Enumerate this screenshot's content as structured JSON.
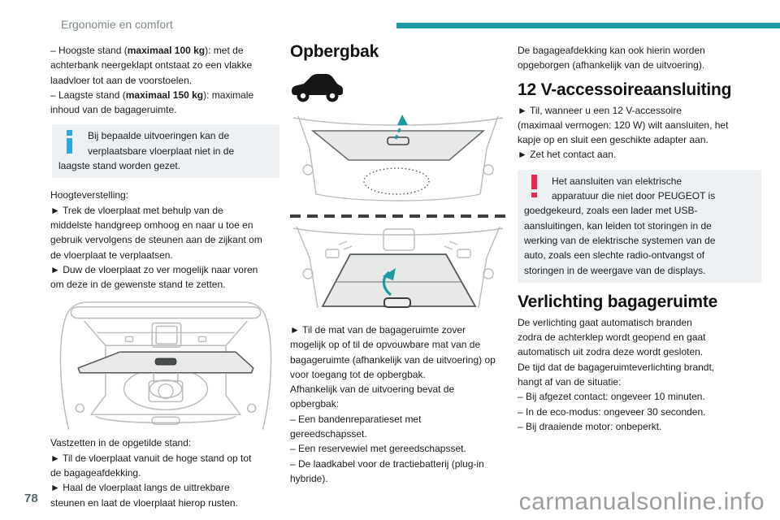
{
  "page": {
    "header": "Ergonomie en comfort",
    "page_number": "78",
    "watermark": "carmanualsonline.info",
    "colors": {
      "accent_teal": "#1d9aa1",
      "info_blue": "#2ea7de",
      "warning_red": "#e8294d"
    }
  },
  "col1": {
    "item1": {
      "pre": "–  Hoogste stand (",
      "bold": "maximaal 100 kg",
      "post": "): met de\nachterbank neergeklapt ontstaat zo een vlakke\nlaadvloer tot aan de voorstoelen."
    },
    "item2": {
      "pre": "–  Laagste stand (",
      "bold": "maximaal 150 kg",
      "post": "): maximale\ninhoud van de bagageruimte."
    },
    "info_box": "Bij bepaalde uitvoeringen kan de\nverplaatsbare vloerplaat niet in de\nlaagste stand worden gezet.",
    "height_title": "Hoogteverstelling:",
    "height_step1": "►  Trek de vloerplaat met behulp van de\nmiddelste handgreep omhoog en naar u toe en\ngebruik vervolgens de steunen aan de zijkant om\nde vloerplaat te verplaatsen.",
    "height_step2": "►  Duw de vloerplaat zo ver mogelijk naar voren\nom deze in de gewenste stand te zetten.",
    "lock_title": "Vastzetten in de opgetilde stand:",
    "lock_step1": "►  Til de vloerplaat vanuit de hoge stand op tot\nde bagageafdekking.",
    "lock_step2": "►  Haal de vloerplaat langs de uittrekbare\nsteunen en laat de vloerplaat hierop rusten."
  },
  "col2": {
    "heading": "Opbergbak",
    "step1": "►  Til de mat van de bagageruimte zover\nmogelijk op of til de opvouwbare mat van de\nbagageruimte (afhankelijk van de uitvoering) op\nvoor toegang tot de opbergbak.",
    "intro": "Afhankelijk van de uitvoering bevat de\nopbergbak:",
    "list1": "–  Een bandenreparatieset met\ngereedschapsset.",
    "list2": "–  Een reservewiel met gereedschapsset.",
    "list3": "–  De laadkabel voor de tractiebatterij (plug-in\nhybride)."
  },
  "col3": {
    "intro": "De bagageafdekking kan ook hierin worden\nopgeborgen (afhankelijk van de uitvoering).",
    "heading1": "12 V-accessoireaansluiting",
    "step1": "►  Til, wanneer u een 12 V-accessoire\n(maximaal vermogen: 120 W) wilt aansluiten, het\nkapje op en sluit een geschikte adapter aan.",
    "step2": "►  Zet het contact aan.",
    "warning_box": "Het aansluiten van elektrische\napparatuur die niet door PEUGEOT is\ngoedgekeurd, zoals een lader met USB-\naansluitingen, kan leiden tot storingen in de\nwerking van de elektrische systemen van de\nauto, zoals een slechte radio-ontvangst of\nstoringen in de weergave van de displays.",
    "heading2": "Verlichting bagageruimte",
    "para1": "De verlichting gaat automatisch branden\nzodra de achterklep wordt geopend en gaat\nautomatisch uit zodra deze wordt gesloten.\nDe tijd dat de bagageruimteverlichting brandt,\nhangt af van de situatie:",
    "list1": "–  Bij afgezet contact: ongeveer 10 minuten.",
    "list2": "–  In de eco-modus: ongeveer 30 seconden.",
    "list3": "–  Bij draaiende motor: onbeperkt."
  }
}
